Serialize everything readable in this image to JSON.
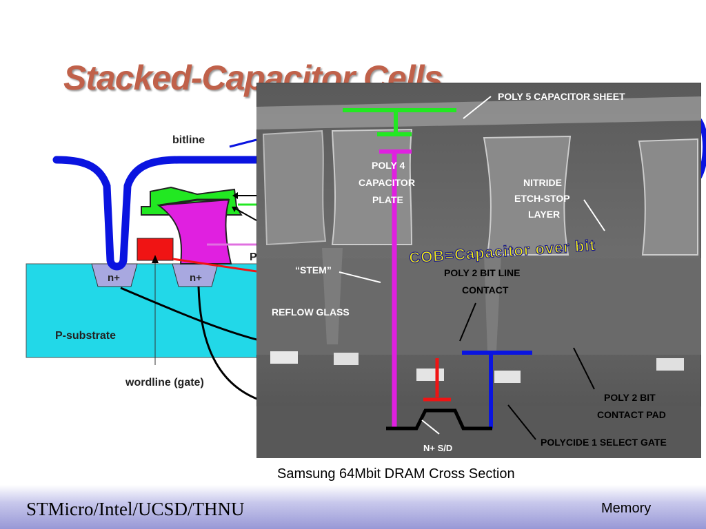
{
  "slide": {
    "title": "Stacked-Capacitor Cells",
    "caption": "Samsung 64Mbit DRAM Cross Section"
  },
  "diagram": {
    "bitline_label": "bitline",
    "n_plus_left": "n+",
    "n_plus_right": "n+",
    "substrate_label": "P-substrate",
    "wordline_label": "wordline (gate)",
    "partial_label": "P"
  },
  "photo": {
    "labels": {
      "poly5": "POLY 5 CAPACITOR SHEET",
      "poly4_line1": "POLY 4",
      "poly4_line2": "CAPACITOR",
      "poly4_line3": "PLATE",
      "nitride_line1": "NITRIDE",
      "nitride_line2": "ETCH-STOP",
      "nitride_line3": "LAYER",
      "cob": "COB=Capacitor over bit",
      "stem": "“STEM”",
      "poly2_contact_line1": "POLY 2 BIT LINE",
      "poly2_contact_line2": "CONTACT",
      "reflow": "REFLOW GLASS",
      "poly2_pad_line1": "POLY 2 BIT",
      "poly2_pad_line2": "CONTACT PAD",
      "polycide": "POLYCIDE 1 SELECT GATE",
      "nsd": "N+ S/D"
    }
  },
  "footer": {
    "left": "STMicro/Intel/UCSD/THNU",
    "right": "Memory"
  },
  "colors": {
    "title": "#c0614a",
    "bitline": "#0a14e0",
    "capacitor_sheet": "#22e822",
    "capacitor_plate": "#e020e0",
    "gate": "#f01414",
    "substrate": "#22d8e8",
    "cob_text": "#f5ee10"
  }
}
